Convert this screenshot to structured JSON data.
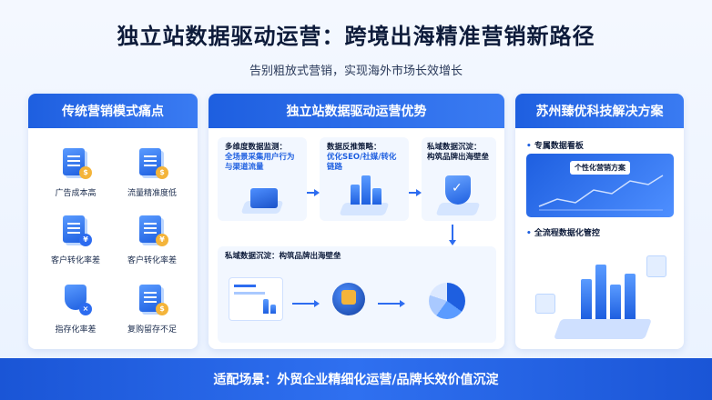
{
  "title": "独立站数据驱动运营：跨境出海精准营销新路径",
  "subtitle": "告别粗放式营销，实现海外市场长效增长",
  "pain_panel": {
    "heading": "传统营销模式痛点",
    "items": [
      {
        "label": "广告成本高",
        "icon": "ad-cost-icon"
      },
      {
        "label": "流量精准度低",
        "icon": "traffic-doc-icon"
      },
      {
        "label": "客户转化率差",
        "icon": "conversion-doc-icon"
      },
      {
        "label": "客户转化率差",
        "icon": "conversion-coin-icon"
      },
      {
        "label": "指存化率差",
        "icon": "shield-icon"
      },
      {
        "label": "复购留存不足",
        "icon": "retention-doc-icon"
      }
    ]
  },
  "advantage_panel": {
    "heading": "独立站数据驱动运营优势",
    "step1": {
      "title": "多维度数据监测：",
      "body": "全场景采集用户行为与渠道流量"
    },
    "step2": {
      "title": "数据反推策略：",
      "body": "优化SEO/社媒/转化链路"
    },
    "step3": {
      "title": "私域数据沉淀：",
      "body": "构筑品牌出海壁垒"
    },
    "bottom_title": "私域数据沉淀：构筑品牌出海壁垒"
  },
  "solution_panel": {
    "heading": "苏州臻优科技解决方案",
    "item1": "专属数据看板",
    "dashboard_tag": "个性化营销方案",
    "item2": "全流程数据化管控"
  },
  "footer": "适配场景：外贸企业精细化运营/品牌长效价值沉淀",
  "colors": {
    "primary": "#1e5fe0",
    "accent": "#f4b43a"
  }
}
